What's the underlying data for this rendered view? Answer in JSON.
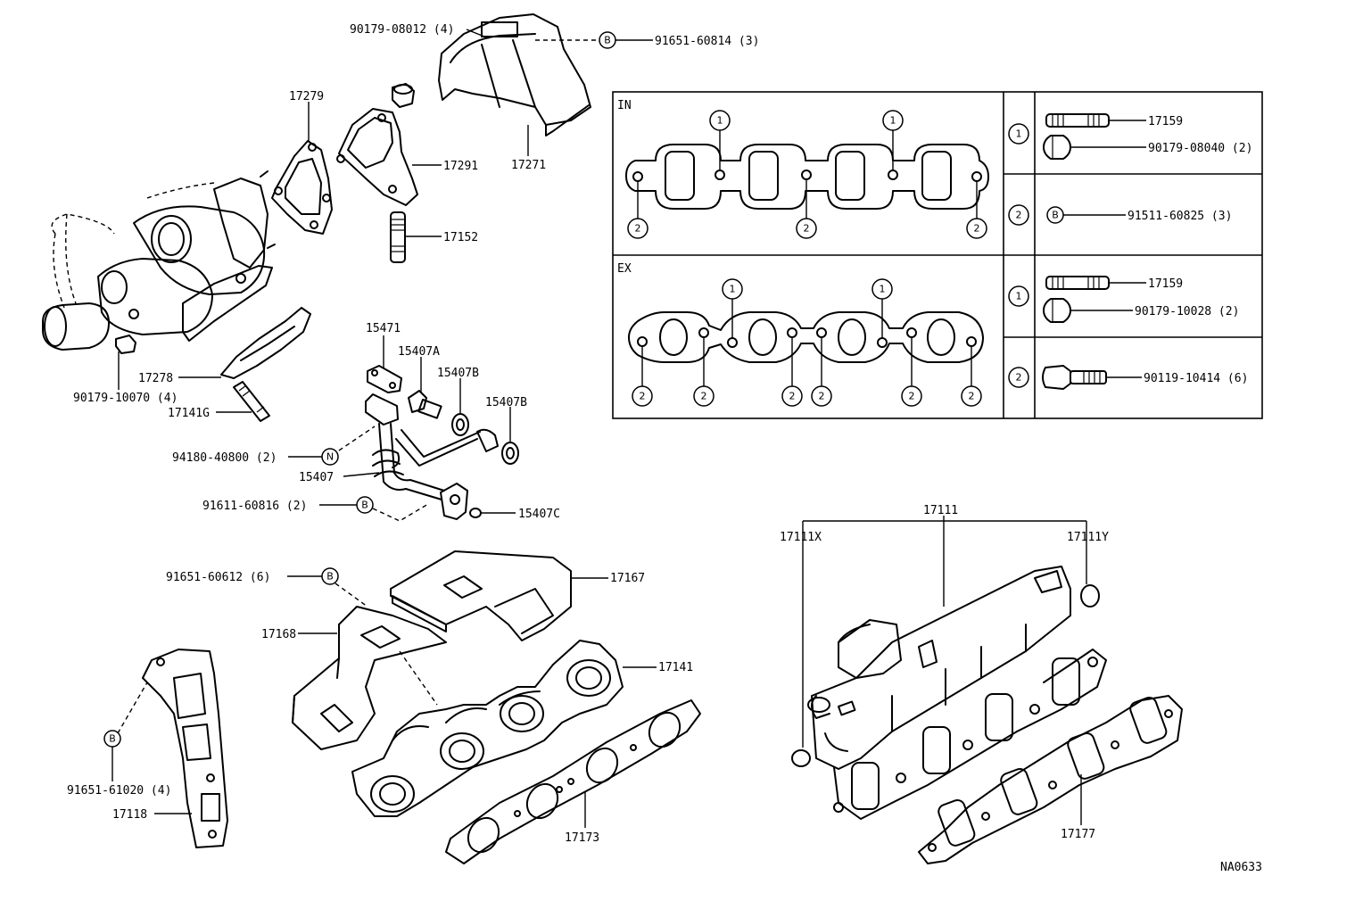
{
  "diagram_id": "NA0633",
  "callouts": {
    "p90179_08012": "90179-08012 (4)",
    "p91651_60814": "91651-60814 (3)",
    "p17279": "17279",
    "p17291": "17291",
    "p17271": "17271",
    "p17152": "17152",
    "p17278": "17278",
    "p90179_10070": "90179-10070 (4)",
    "p17141G": "17141G",
    "p15471": "15471",
    "p15407A": "15407A",
    "p15407B_a": "15407B",
    "p15407B_b": "15407B",
    "p94180_40800": "94180-40800 (2)",
    "p15407": "15407",
    "p91611_60816": "91611-60816 (2)",
    "p15407C": "15407C",
    "p91651_60612": "91651-60612 (6)",
    "p17167": "17167",
    "p17168": "17168",
    "p17141": "17141",
    "p91651_61020": "91651-61020 (4)",
    "p17118": "17118",
    "p17173": "17173",
    "p17111": "17111",
    "p17111X": "17111X",
    "p17111Y": "17111Y",
    "p17177": "17177"
  },
  "symbols": {
    "B": "B",
    "N": "N",
    "one": "1",
    "two": "2"
  },
  "table": {
    "in_label": "IN",
    "ex_label": "EX",
    "in_1_a": "17159",
    "in_1_b": "90179-08040 (2)",
    "in_2_a": "91511-60825 (3)",
    "ex_1_a": "17159",
    "ex_1_b": "90179-10028 (2)",
    "ex_2_a": "90119-10414 (6)"
  }
}
